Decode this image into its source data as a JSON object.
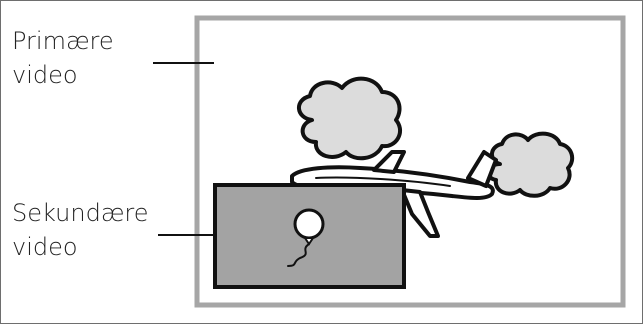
{
  "labels": {
    "primary_line1": "Primære",
    "primary_line2": "video",
    "secondary_line1": "Sekundære",
    "secondary_line2": "video"
  },
  "colors": {
    "outer_border": "#6e6e6e",
    "primary_frame": "#a6a6a6",
    "secondary_fill": "#a3a3a3",
    "cloud_fill": "#dcdcdc",
    "ink": "#111111"
  }
}
